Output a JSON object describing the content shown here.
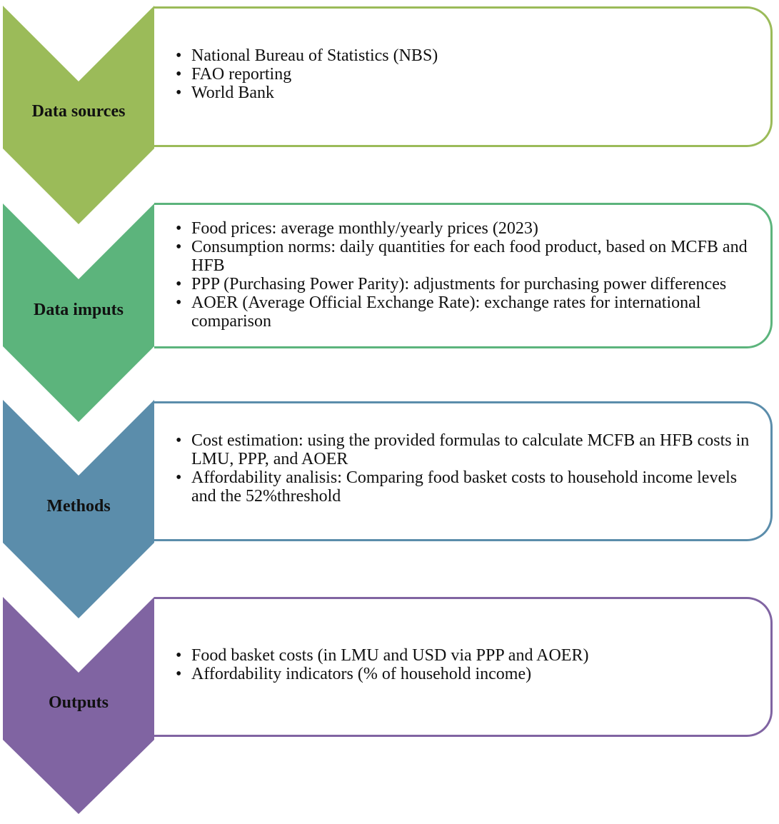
{
  "steps": [
    {
      "title": "Data sources",
      "color": "#9bbb59",
      "items": [
        "National Bureau of Statistics (NBS)",
        "FAO reporting",
        "World Bank"
      ]
    },
    {
      "title": "Data imputs",
      "color": "#5cb47c",
      "items": [
        "Food prices: average monthly/yearly prices (2023)",
        "Consumption norms: daily quantities for each food product, based on MCFB and HFB",
        "PPP (Purchasing Power Parity): adjustments for purchasing power differences",
        "AOER (Average Official Exchange Rate): exchange rates for international comparison"
      ]
    },
    {
      "title": "Methods",
      "color": "#5b8dab",
      "items": [
        "Cost estimation: using the provided formulas to calculate MCFB an HFB costs in LMU, PPP, and AOER",
        "Affordability analisis: Comparing food basket costs to household income levels and the 52%threshold"
      ]
    },
    {
      "title": "Outputs",
      "color": "#8064a2",
      "items": [
        "Food basket costs (in LMU and USD via PPP and AOER)",
        "Affordability indicators (% of household income)"
      ]
    }
  ]
}
